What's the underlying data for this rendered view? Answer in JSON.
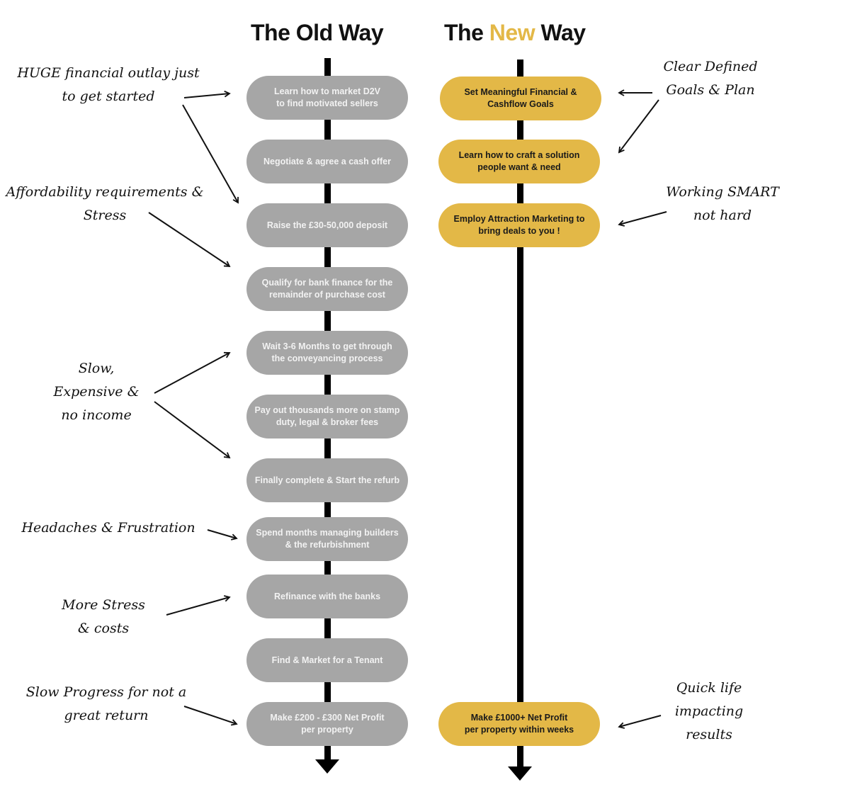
{
  "titles": {
    "old": "The Old Way",
    "new_prefix": "The ",
    "new_accent": "New",
    "new_suffix": " Way"
  },
  "colors": {
    "old_step": "#a6a6a6",
    "new_step": "#e3b847",
    "accent": "#e3b847",
    "timeline": "#000000"
  },
  "old_way_steps": [
    "Learn how to market D2V\nto find motivated sellers",
    "Negotiate & agree a cash offer",
    "Raise the £30-50,000 deposit",
    "Qualify for bank finance for the\nremainder of purchase cost",
    "Wait 3-6 Months to get through\nthe conveyancing process",
    "Pay out thousands more on stamp\nduty, legal & broker fees",
    "Finally complete & Start the refurb",
    "Spend months managing builders\n& the refurbishment",
    "Refinance with the banks",
    "Find & Market for a Tenant",
    "Make £200 - £300 Net Profit\nper property"
  ],
  "new_way_steps": [
    "Set Meaningful Financial &\nCashflow Goals",
    "Learn how to craft a solution\npeople want & need",
    "Employ Attraction Marketing to\nbring deals to you !",
    "Make £1000+ Net Profit\nper property within weeks"
  ],
  "old_way_notes": [
    "HUGE financial outlay just\nto get started",
    "Affordability requirements &\nStress",
    "Slow,\nExpensive &\nno income",
    "Headaches & Frustration",
    "More Stress\n& costs",
    "Slow Progress for not a\ngreat return"
  ],
  "new_way_notes": [
    "Clear Defined\nGoals & Plan",
    "Working SMART\nnot hard",
    "Quick life\nimpacting\nresults"
  ]
}
